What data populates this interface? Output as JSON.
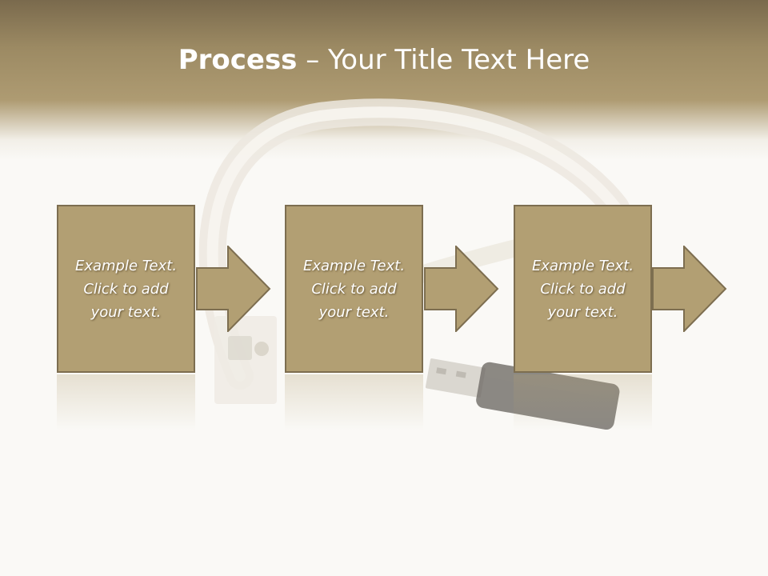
{
  "slide": {
    "title_bold": "Process",
    "title_rest": " – Your Title Text Here"
  },
  "steps": [
    {
      "text": "Example Text.\nClick  to add\nyour text."
    },
    {
      "text": "Example Text.\nClick  to add\nyour text."
    },
    {
      "text": "Example Text.\nClick  to add\nyour text."
    }
  ],
  "colors": {
    "header": "#9c8a63",
    "box_fill": "#b29f73",
    "box_border": "#7d6e50",
    "title_text": "#ffffff"
  }
}
